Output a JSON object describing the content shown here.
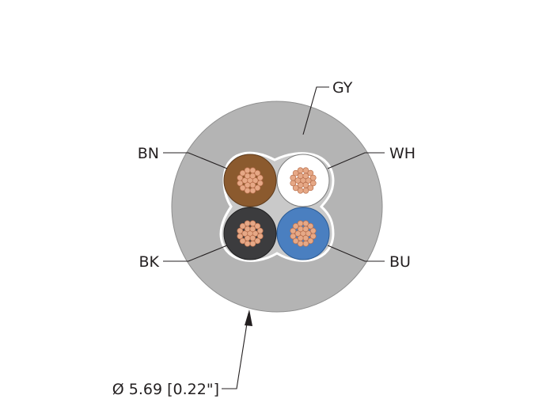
{
  "labels": {
    "jacket": "GY",
    "top_left": "BN",
    "top_right": "WH",
    "bottom_left": "BK",
    "bottom_right": "BU",
    "diameter": "Ø 5.69 [0.22\"]"
  },
  "colors": {
    "jacket": "#b4b4b4",
    "core_filler": "#c9c9c9",
    "brown": "#8b5a2e",
    "white": "#ffffff",
    "black": "#3c3c3e",
    "blue": "#4a7fc0",
    "copper": "#e6a886",
    "copper_edge": "#b86f4d"
  }
}
